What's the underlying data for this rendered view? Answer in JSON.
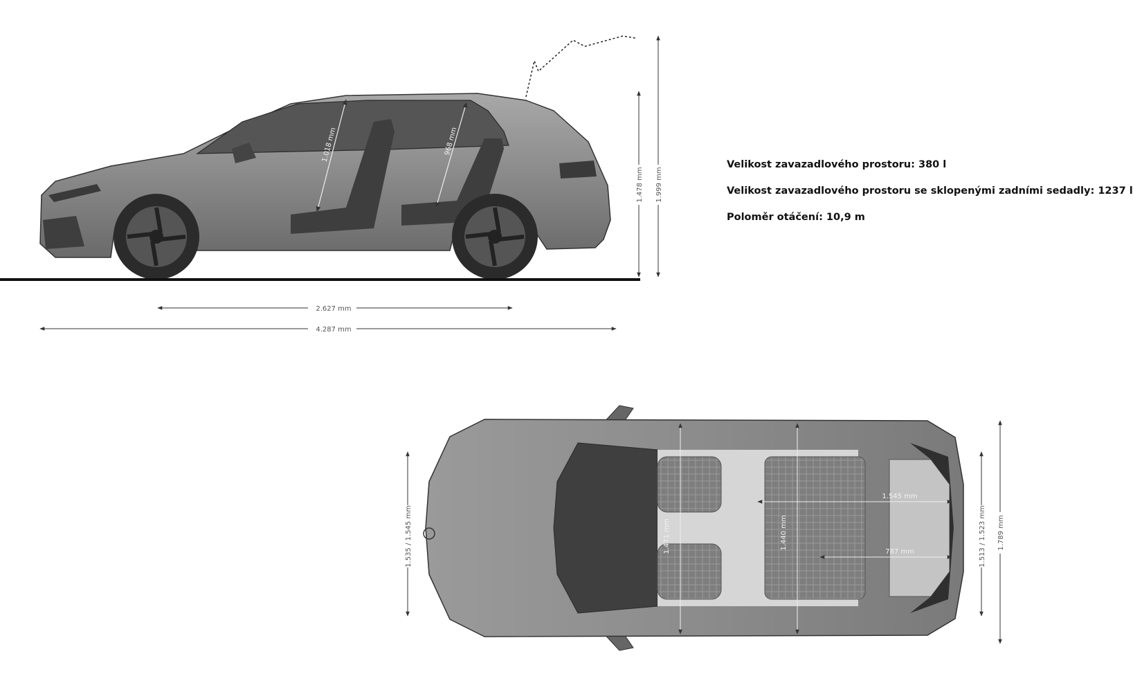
{
  "specs": {
    "luggage": "Velikost zavazadlového prostoru: 380 l",
    "luggage_folded": "Velikost zavazadlového prostoru se sklopenými zadními sedadly: 1237 l",
    "turning_radius": "Poloměr otáčení: 10,9 m"
  },
  "side_view": {
    "wheelbase": "2.627 mm",
    "length": "4.287 mm",
    "height": "1.478 mm",
    "height_open": "1.999 mm",
    "front_headroom": "1.018 mm",
    "rear_headroom": "968 mm"
  },
  "top_view": {
    "front_track": "1.535 / 1.545 mm",
    "front_cabin_width": "1.471 mm",
    "rear_cabin_width": "1.440 mm",
    "trunk_width": "1.545 mm",
    "trunk_length": "787 mm",
    "rear_track": "1.513 / 1.523 mm",
    "width": "1.789 mm"
  },
  "colors": {
    "body": "#8c8c8c",
    "dark": "#3a3a3a",
    "glass": "#4a4a4a",
    "dimension_line": "#333333",
    "ground": "#111111"
  }
}
